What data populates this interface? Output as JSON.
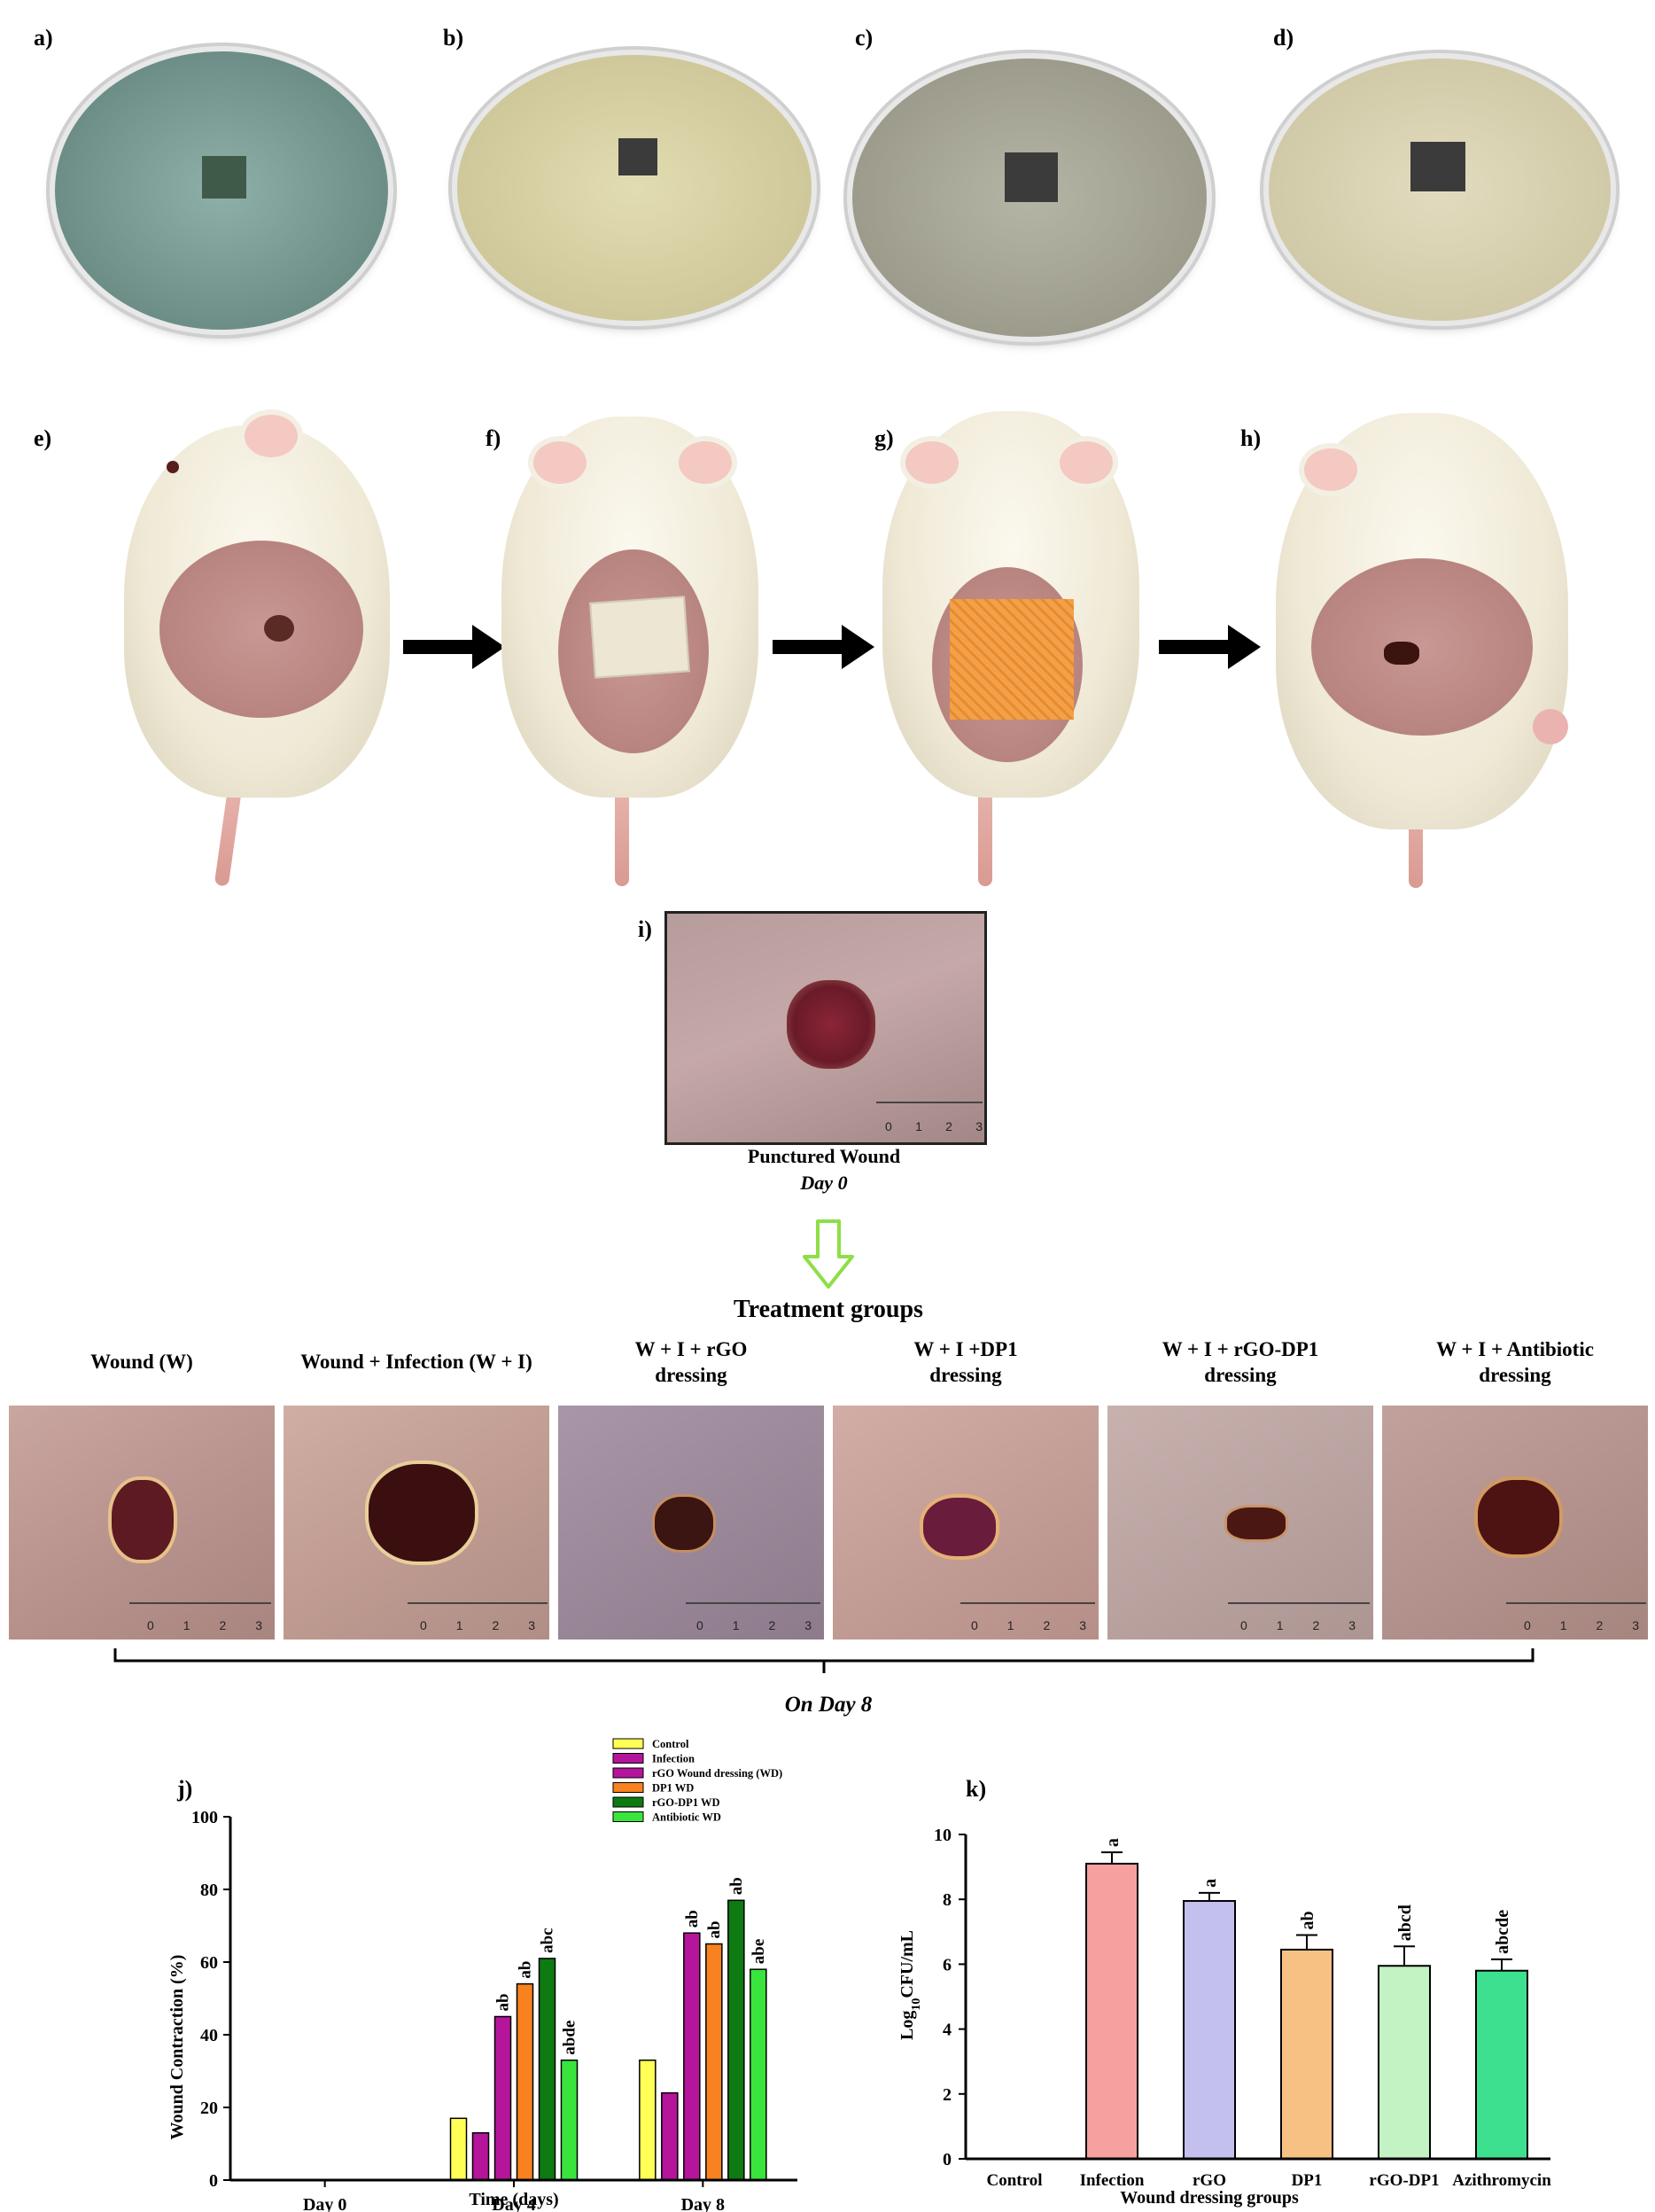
{
  "panel_labels": {
    "a": "a)",
    "b": "b)",
    "c": "c)",
    "d": "d)",
    "e": "e)",
    "f": "f)",
    "g": "g)",
    "h": "h)",
    "i": "i)",
    "j": "j)",
    "k": "k)"
  },
  "colors": {
    "dish_a": "#7f9f98",
    "dish_b": "#d8d3a6",
    "dish_c": "#a9a999",
    "dish_d": "#d9d3b5",
    "dressing_f": "#ece6d2",
    "dressing_g": "#f2a14a",
    "control": "#ffff55",
    "infection": "#b5159b",
    "rgo": "#b5159b",
    "dp1": "#f7821f",
    "rgo_dp1": "#0e7a12",
    "antibiotic": "#39e53c",
    "k_infection": "#f7a0a0",
    "k_rgo": "#c4c0ee",
    "k_dp1": "#f8c184",
    "k_rgo_dp1": "#c3f2c3",
    "k_azithromycin": "#3de08f"
  },
  "center": {
    "caption": "Punctured Wound",
    "day": "Day 0",
    "treatment_title": "Treatment groups",
    "ruler_numbers": [
      "0",
      "1",
      "2",
      "3"
    ]
  },
  "groups": [
    {
      "title_line1": "Wound (W)",
      "title_line2": ""
    },
    {
      "title_line1": "Wound + Infection (W + I)",
      "title_line2": ""
    },
    {
      "title_line1": "W + I + rGO",
      "title_line2": "dressing"
    },
    {
      "title_line1": "W + I +DP1",
      "title_line2": "dressing"
    },
    {
      "title_line1": "W + I + rGO-DP1",
      "title_line2": "dressing"
    },
    {
      "title_line1": "W + I + Antibiotic",
      "title_line2": "dressing"
    }
  ],
  "on_day": "On Day 8",
  "chart_data": [
    {
      "type": "bar",
      "panel": "j)",
      "xlabel": "Time (days)",
      "ylabel": "Wound Contraction (%)",
      "ylim": [
        0,
        100
      ],
      "yticks": [
        "0",
        "20",
        "40",
        "60",
        "80",
        "100"
      ],
      "categories": [
        "Day 0",
        "Day 4",
        "Day 8"
      ],
      "legend_position": "top",
      "series": [
        {
          "name": "Control",
          "values": [
            0,
            17,
            33
          ],
          "labels": [
            "",
            "",
            ""
          ]
        },
        {
          "name": "Infection",
          "values": [
            0,
            13,
            24
          ],
          "labels": [
            "",
            "",
            ""
          ]
        },
        {
          "name": "rGO Wound dressing (WD)",
          "values": [
            0,
            45,
            68
          ],
          "labels": [
            "",
            "ab",
            "ab"
          ]
        },
        {
          "name": "DP1 WD",
          "values": [
            0,
            54,
            65
          ],
          "labels": [
            "",
            "ab",
            "ab"
          ]
        },
        {
          "name": "rGO-DP1 WD",
          "values": [
            0,
            61,
            77
          ],
          "labels": [
            "",
            "abc",
            "ab"
          ]
        },
        {
          "name": "Antibiotic WD",
          "values": [
            0,
            33,
            58
          ],
          "labels": [
            "",
            "abde",
            "abe"
          ]
        }
      ]
    },
    {
      "type": "bar",
      "panel": "k)",
      "xlabel": "Wound dressing groups",
      "ylabel": "Log10CFU/mL",
      "ylim": [
        0,
        10
      ],
      "yticks": [
        "0",
        "2",
        "4",
        "6",
        "8",
        "10"
      ],
      "categories": [
        "Control",
        "Infection",
        "rGO",
        "DP1",
        "rGO-DP1",
        "Azithromycin"
      ],
      "values": [
        0,
        9.1,
        7.95,
        6.45,
        5.95,
        5.8
      ],
      "errors": [
        0,
        0.35,
        0.25,
        0.45,
        0.6,
        0.35
      ],
      "labels": [
        "",
        "a",
        "a",
        "ab",
        "abcd",
        "abcde"
      ]
    }
  ]
}
